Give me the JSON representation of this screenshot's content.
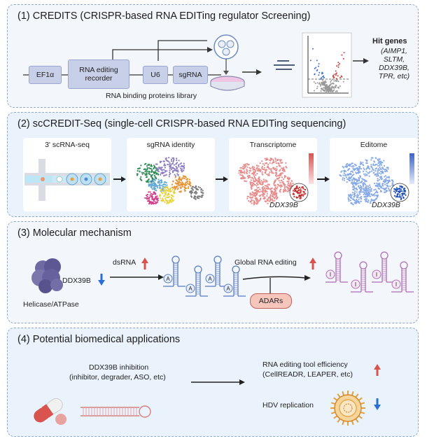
{
  "panel1": {
    "title": "(1) CREDITS (CRISPR-based RNA EDITing regulator Screening)",
    "ef1a": "EF1α",
    "recorder_line1": "RNA editing",
    "recorder_line2": "recorder",
    "u6": "U6",
    "sgrna": "sgRNA",
    "library": "RNA binding proteins library",
    "hit_title": "Hit genes",
    "hits": [
      "(AIMP1,",
      "SLTM,",
      "DDX39B,",
      "TPR, etc)"
    ]
  },
  "panel2": {
    "title": "(2) scCREDIT-Seq (single-cell CRISPR-based RNA EDITing sequencing)",
    "cards": [
      {
        "title": "3' scRNA-seq",
        "caption": ""
      },
      {
        "title": "sgRNA identity",
        "caption": ""
      },
      {
        "title": "Transcriptome",
        "caption": "DDX39B"
      },
      {
        "title": "Editome",
        "caption": "DDX39B"
      }
    ]
  },
  "panel3": {
    "title": "(3) Molecular mechanism",
    "protein": "DDX39B",
    "helicase": "Helicase/ATPase",
    "dsrna": "dsRNA",
    "global": "Global RNA editing",
    "adars": "ADARs",
    "a_label": "A",
    "i_label": "I"
  },
  "panel4": {
    "title": "(4) Potential biomedical applications",
    "inhibition": "DDX39B inhibition",
    "inhibition_detail": "(inhibitor, degrader, ASO, etc)",
    "tool": "RNA editing tool efficiency",
    "tool_detail": "(CellREADR, LEAPER, etc)",
    "hdv": "HDV replication"
  },
  "colors": {
    "up_arrow": "#d9534f",
    "down_arrow": "#2a6fd6",
    "box_fill": "#c8cfe8",
    "rna_blue": "#5b7fc7",
    "rna_purple": "#b16fb9",
    "adar_fill": "#f6c6bd"
  }
}
